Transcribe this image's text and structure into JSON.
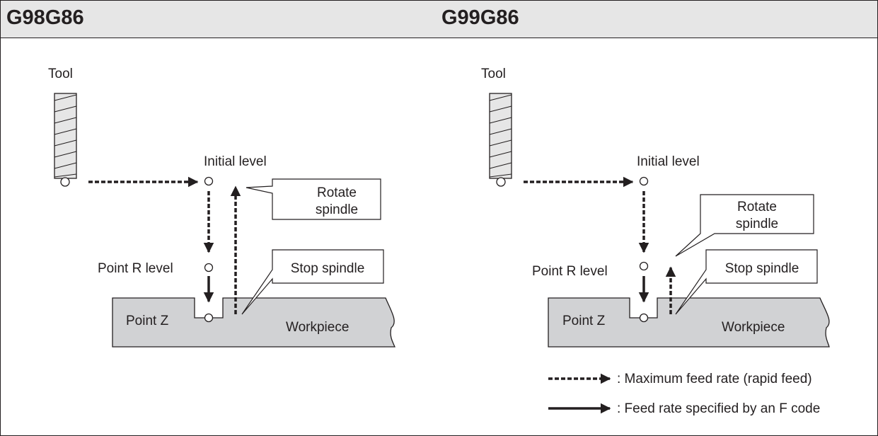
{
  "panels": [
    {
      "title": "G98G86",
      "labels": {
        "tool": "Tool",
        "initial_level": "Initial level",
        "rotate_line1": "Rotate",
        "rotate_line2": "spindle",
        "point_r": "Point R level",
        "stop_spindle": "Stop spindle",
        "point_z": "Point Z",
        "workpiece": "Workpiece"
      }
    },
    {
      "title": "G99G86",
      "labels": {
        "tool": "Tool",
        "initial_level": "Initial level",
        "rotate_line1": "Rotate",
        "rotate_line2": "spindle",
        "point_r": "Point R level",
        "stop_spindle": "Stop spindle",
        "point_z": "Point Z",
        "workpiece": "Workpiece"
      }
    }
  ],
  "legend": {
    "rapid": ": Maximum feed rate (rapid feed)",
    "feed": ": Feed rate specified by an F code"
  }
}
